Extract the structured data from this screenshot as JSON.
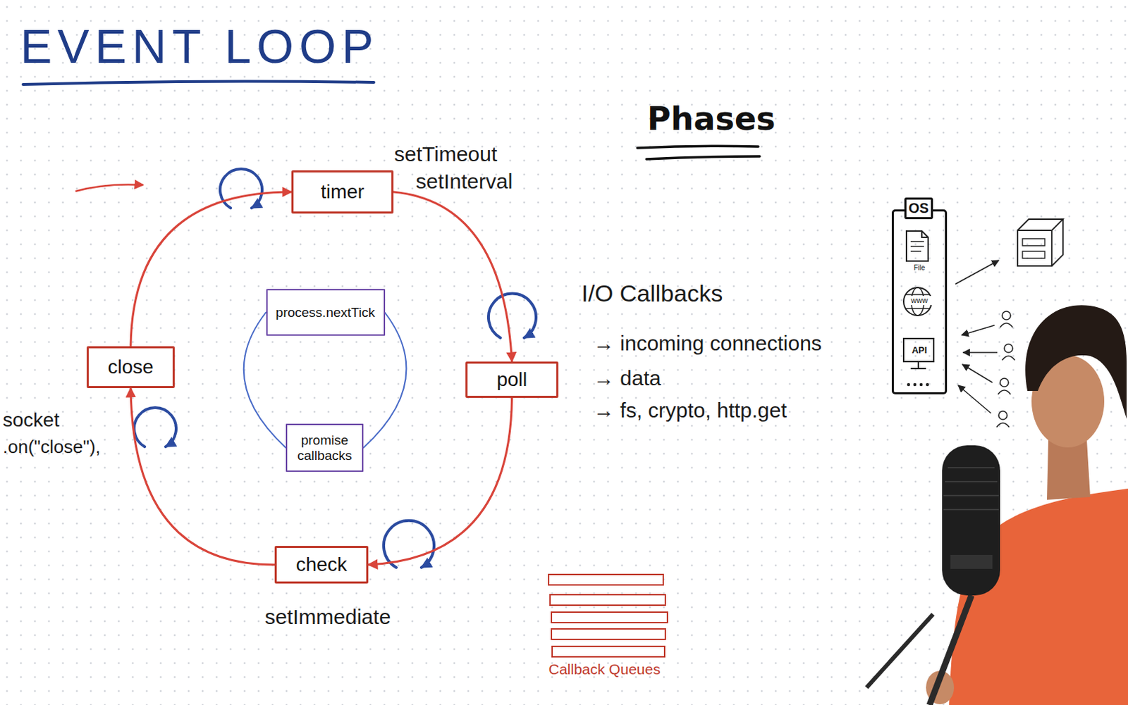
{
  "diagram": {
    "title": "EVENT LOOP",
    "nodes": [
      {
        "text": [
          "timer"
        ]
      },
      {
        "text": [
          "poll"
        ]
      },
      {
        "text": [
          "check"
        ]
      },
      {
        "text": [
          "close"
        ]
      },
      {
        "text": [
          "process.nextTick"
        ]
      },
      {
        "text": [
          "promise callbacks"
        ]
      },
      {
        "text": [
          "OS",
          "File",
          "www",
          "API"
        ]
      }
    ],
    "edges": [
      {
        "from": 0,
        "to": 1,
        "arrow": "to"
      },
      {
        "from": 1,
        "to": 2,
        "arrow": "to"
      },
      {
        "from": 2,
        "to": 3,
        "arrow": "to"
      },
      {
        "from": 3,
        "to": 0,
        "arrow": "to"
      },
      {
        "from": 4,
        "to": 5,
        "arrow": "none"
      },
      {
        "from": 5,
        "to": 4,
        "arrow": "none"
      }
    ],
    "labels": [
      "setTimeout",
      "setInterval",
      "socket",
      ".on(\"close\"),",
      "setImmediate",
      "Phases",
      "I/O Callbacks",
      "→ incoming connections",
      "→ data",
      "→ fs, crypto, http.get",
      "Callback Queues"
    ]
  }
}
